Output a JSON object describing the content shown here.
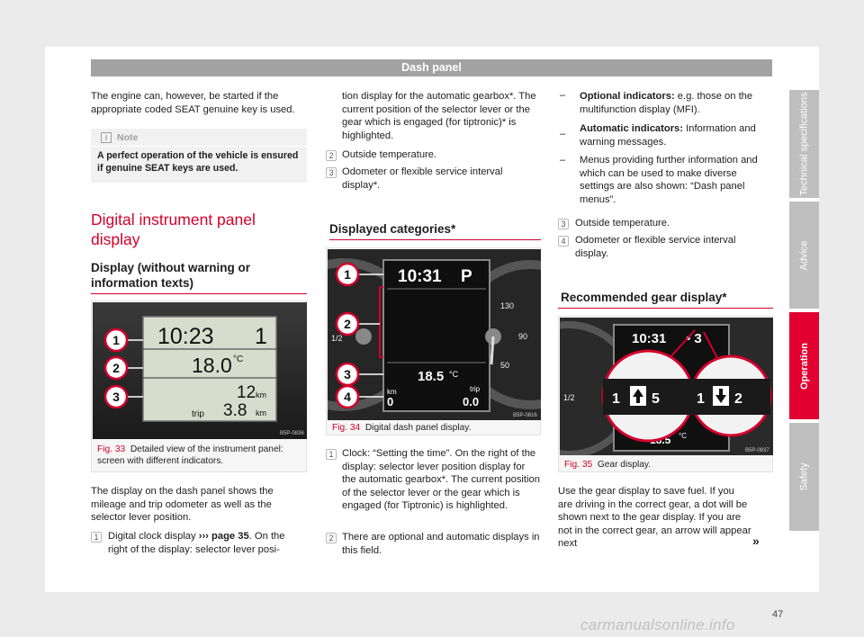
{
  "header": {
    "title": "Dash panel"
  },
  "side_tabs": [
    {
      "label": "Technical specifications"
    },
    {
      "label": "Advice"
    },
    {
      "label": "Operation"
    },
    {
      "label": "Safety"
    }
  ],
  "left": {
    "intro": "The engine can, however, be started if the appropriate coded SEAT genuine key is used.",
    "note_title": "Note",
    "note_text": "A perfect operation of the vehicle is ensured if genuine SEAT keys are used.",
    "heading": "Digital instrument panel display",
    "subheading": "Display (without warning or information texts)",
    "fig_label": "Fig. 33",
    "fig_caption": "Detailed view of the instrument panel: screen with different indicators.",
    "fig_code": "B5P-0836",
    "body1": "The display on the dash panel shows the mileage and trip odometer as well as the selector lever position.",
    "item1_num": "1",
    "item1_text": "Digital clock display",
    "item1_ref": "›››",
    "item1_page": "page 35",
    "item1_rest": ". On the right of the display: selector lever posi-"
  },
  "fig33": {
    "clock": "10:23",
    "gear": "1",
    "temp": "18.0",
    "temp_unit": "°C",
    "odo": "12",
    "odo_unit": "km",
    "trip_label": "trip",
    "trip": "3.8",
    "trip_unit": "km",
    "callouts": [
      "1",
      "2",
      "3"
    ]
  },
  "middle": {
    "cont": "tion display for the automatic gearbox*. The current position of the selector lever or the gear which is engaged (for tiptronic)* is highlighted.",
    "item2_num": "2",
    "item2_text": "Outside temperature.",
    "item3_num": "3",
    "item3_text": "Odometer or flexible service interval display*.",
    "subheading": "Displayed categories*",
    "fig_label": "Fig. 34",
    "fig_caption": "Digital dash panel display.",
    "fig_code": "B5P-0816",
    "item_c1_num": "1",
    "item_c1_text": "Clock: “Setting the time”. On the right of the display: selector lever position display for the automatic gearbox*. The current position of the selector lever or the gear which is engaged (for Tiptronic) is highlighted.",
    "item_c2_num": "2",
    "item_c2_text": "There are optional and automatic displays in this field."
  },
  "fig34": {
    "clock": "10:31",
    "gear": "P",
    "temp": "18.5",
    "temp_unit": "°C",
    "km_label": "km",
    "trip_label": "trip",
    "odo": "0",
    "trip": "0.0",
    "gauge_130": "130",
    "gauge_90": "90",
    "gauge_50": "50",
    "half": "1/2",
    "callouts": [
      "1",
      "2",
      "3",
      "4"
    ]
  },
  "right": {
    "opt_label": "Optional indicators:",
    "opt_text": " e.g. those on the multifunction display (MFI).",
    "auto_label": "Automatic indicators:",
    "auto_text": " Information and warning messages.",
    "menus_text": "Menus providing further information and which can be used to make diverse settings are also shown: “Dash panel menus”.",
    "item3_num": "3",
    "item3_text": "Outside temperature.",
    "item4_num": "4",
    "item4_text": "Odometer or flexible service interval display.",
    "subheading": "Recommended gear display*",
    "fig_label": "Fig. 35",
    "fig_caption": "Gear display.",
    "fig_code": "B5P-0837",
    "body": "Use the gear display to save fuel. If you are driving in the correct gear, a dot will be shown next to the gear display. If you are not in the correct gear, an arrow will appear next",
    "more": "»"
  },
  "fig35": {
    "clock": "10:31",
    "dot_gear": "• 3",
    "temp": "18.5",
    "temp_unit": "°C",
    "half": "1/2",
    "left_zoom_a": "1",
    "left_zoom_b": "5",
    "right_zoom_a": "1",
    "right_zoom_b": "2"
  },
  "footer": {
    "page_number": "47",
    "watermark": "carmanualsonline.info"
  }
}
